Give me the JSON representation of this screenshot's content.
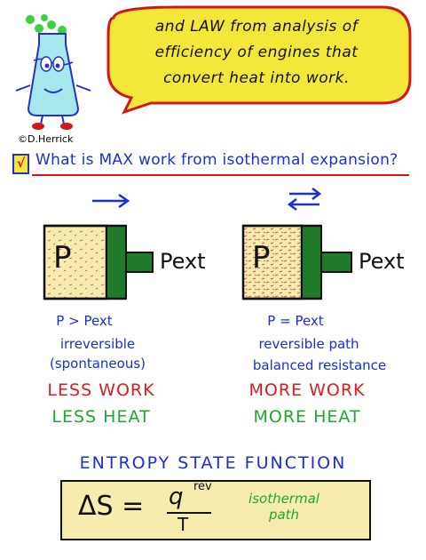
{
  "speech": {
    "line1": "and LAW from analysis of",
    "line2": "efficiency of engines that",
    "line3": "convert heat into work."
  },
  "credit": "©D.Herrick",
  "question": {
    "check_mark": "√",
    "text": "What is MAX work from isothermal expansion?"
  },
  "left_piston": {
    "gas_label": "P",
    "ext_label": "Pext",
    "condition": "P > Pext",
    "desc1": "irreversible",
    "desc2": "(spontaneous)",
    "work": "LESS WORK",
    "heat": "LESS HEAT"
  },
  "right_piston": {
    "gas_label": "P",
    "ext_label": "Pext",
    "condition": "P = Pext",
    "desc1": "reversible path",
    "desc2": "balanced resistance",
    "work": "MORE WORK",
    "heat": "MORE HEAT"
  },
  "entropy": {
    "title": "ENTROPY STATE FUNCTION",
    "lhs": "ΔS =",
    "numerator": "q",
    "superscript": "rev",
    "denominator": "T",
    "note1": "isothermal",
    "note2": "path"
  },
  "colors": {
    "blue": "#1a2fd6",
    "red": "#e01b1b",
    "green": "#1caa2c",
    "piston_green": "#1f7a2a",
    "speech_yellow": "#f5e63a",
    "formula_bg": "#f6ecad"
  }
}
